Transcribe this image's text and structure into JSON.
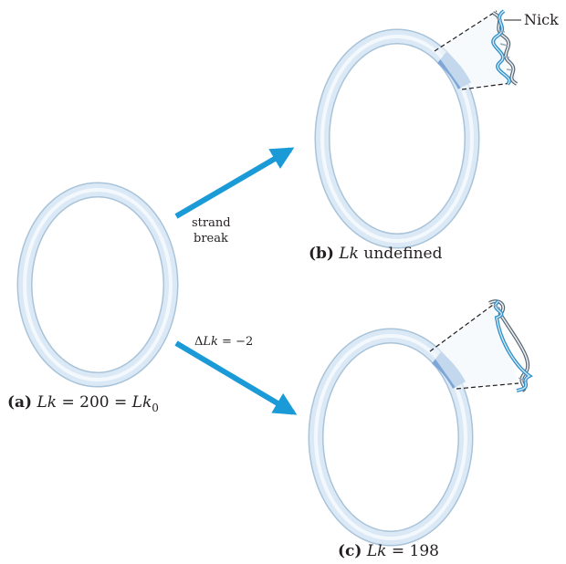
{
  "diagram": {
    "nick_label": "Nick",
    "strand_break_line1": "strand",
    "strand_break_line2": "break",
    "delta_lk_symbol": "Δ",
    "delta_lk_var": "Lk",
    "delta_lk_rest": " = −2",
    "caption_a": {
      "tag": "(a)",
      "var1": "Lk",
      "mid": " = 200 = ",
      "var2": "Lk",
      "sub": "0"
    },
    "caption_b": {
      "tag": "(b)",
      "var": "Lk",
      "rest": " undefined"
    },
    "caption_c": {
      "tag": "(c)",
      "var": "Lk",
      "rest": " = 198"
    },
    "colors": {
      "ring_outer": "#a9c3d9",
      "ring_fill": "#dbe9f6",
      "ring_highlight": "#f3f8fd",
      "segment": "#7ea7d8",
      "arrow": "#1a9ad6",
      "helix_dark": "#5a6670",
      "helix_blue": "#2f8fc7",
      "text": "#231f20"
    }
  }
}
